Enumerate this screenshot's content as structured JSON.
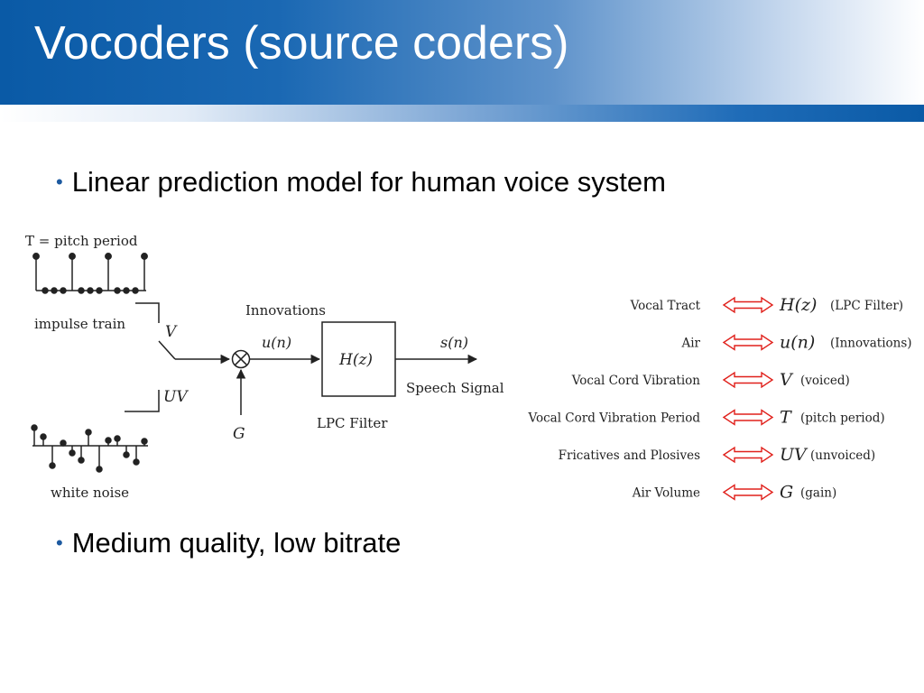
{
  "slide": {
    "title": "Vocoders (source coders)",
    "bullets": [
      "Linear prediction model for human voice system",
      "Medium quality, low bitrate"
    ]
  },
  "diagram": {
    "pitch_label": "T = pitch period",
    "impulse_train_label": "impulse train",
    "white_noise_label": "white noise",
    "voiced_switch": "V",
    "unvoiced_switch": "UV",
    "innovations_label": "Innovations",
    "innovation_signal": "u(n)",
    "gain_input": "G",
    "filter_symbol": "H(z)",
    "filter_label": "LPC Filter",
    "output_signal": "s(n)",
    "output_label": "Speech Signal"
  },
  "mapping": [
    {
      "term": "Vocal Tract",
      "symbol": "H(z)",
      "desc": "(LPC Filter)"
    },
    {
      "term": "Air",
      "symbol": "u(n)",
      "desc": "(Innovations)"
    },
    {
      "term": "Vocal Cord Vibration",
      "symbol": "V",
      "desc": "(voiced)"
    },
    {
      "term": "Vocal Cord Vibration Period",
      "symbol": "T",
      "desc": "(pitch period)"
    },
    {
      "term": "Fricatives and Plosives",
      "symbol": "UV",
      "desc": "(unvoiced)"
    },
    {
      "term": "Air Volume",
      "symbol": "G",
      "desc": "(gain)"
    }
  ],
  "colors": {
    "title_bar": "#0a5aa6",
    "bullet_dot": "#1d5aa0",
    "arrow": "#e0201b"
  }
}
